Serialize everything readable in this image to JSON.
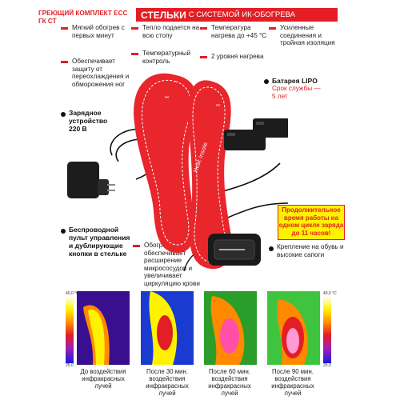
{
  "header": {
    "kit_title": "ГРЕЮЩИЙ КОМПЛЕКТ ECC ГК СТ",
    "banner_main": "СТЕЛЬКИ",
    "banner_sub": "С СИСТЕМОЙ ИК-ОБОГРЕВА"
  },
  "features": [
    "Мягкий обогрев с первых минут",
    "Тепло подается на всю стопу",
    "Температура нагрева до +45 °С",
    "Усиленные соединения и тройная изоляция",
    "Обеспечивает защиту от переохлаждения и обморожения ног",
    "Температурный контроль",
    "2 уровня нагрева"
  ],
  "labels": {
    "battery_title": "Батарея LIPO",
    "battery_life": "Срок службы — 5 лет",
    "charger": "Зарядное устройство 220 В",
    "remote": "Беспроводной пульт управления и дублирующие кнопки в стельке",
    "mount": "Крепление на обувь и высокие сапоги",
    "heating_effect": "Обогрев обеспечивает расширение микрососудов и увеличивает циркуляцию крови",
    "runtime": "Продолжительное время работы на одном цикле заряда до 11 часов!",
    "insole_print": "Heat Insole"
  },
  "thermal": {
    "scale_top": "40,0 °C",
    "scale_bottom": "25,0",
    "captions": [
      "До воздействия инфракрасных лучей",
      "После 30 мин. воздействия инфракрасных лучей",
      "После 60 мин. воздействия инфракрасных лучей",
      "После 90 мин. воздействия инфракрасных лучей"
    ]
  },
  "colors": {
    "accent_red": "#e31e24",
    "highlight_yellow": "#fff200",
    "insole_red": "#e8262c"
  }
}
